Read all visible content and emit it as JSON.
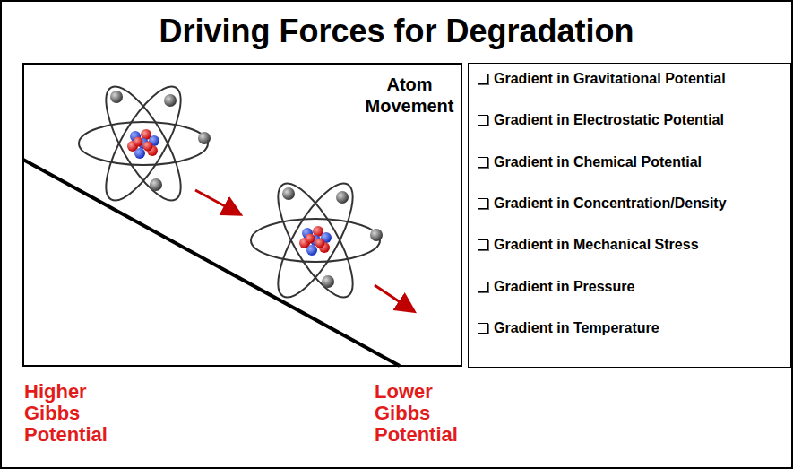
{
  "diagram": {
    "title": "Driving Forces for Degradation",
    "nodes": [
      {
        "text": [
          "Atom Movement"
        ]
      },
      {
        "text": [
          "Gradient in Gravitational Potential",
          "Gradient in Electrostatic Potential",
          "Gradient in Chemical Potential",
          "Gradient in Concentration/Density",
          "Gradient in Mechanical Stress",
          "Gradient in Pressure",
          "Gradient in Temperature"
        ]
      }
    ],
    "labels": [
      "Higher Gibbs Potential",
      "Lower Gibbs Potential"
    ]
  }
}
